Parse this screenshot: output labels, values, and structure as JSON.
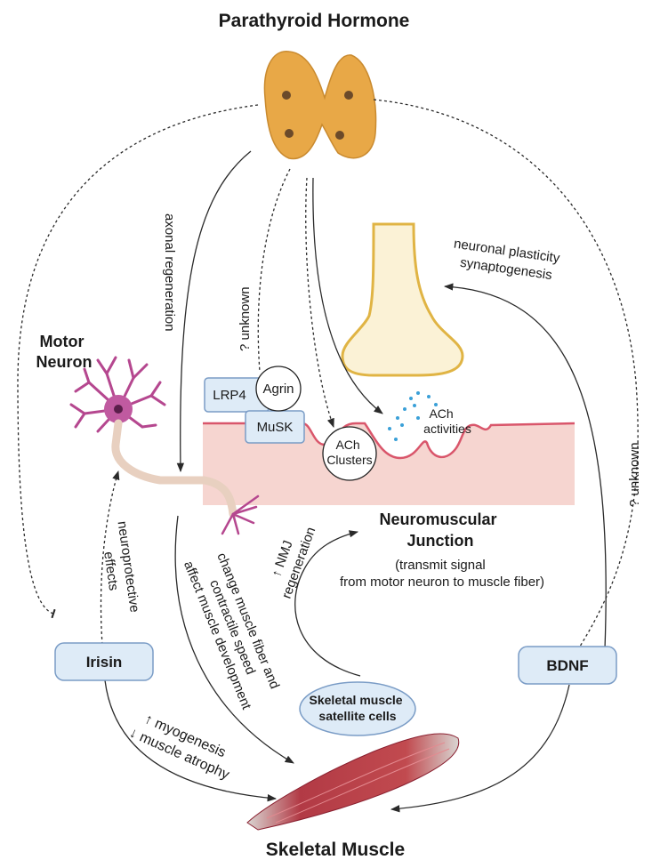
{
  "title": "Parathyroid Hormone",
  "bottom_title": "Skeletal Muscle",
  "motor_neuron": [
    "Motor",
    "Neuron"
  ],
  "nmj": {
    "title": [
      "Neuromuscular",
      "Junction"
    ],
    "subtitle": [
      "(transmit signal",
      "from motor neuron to muscle fiber)"
    ]
  },
  "nodes": {
    "irisin": "Irisin",
    "bdnf": "BDNF",
    "satellite": [
      "Skeletal muscle",
      "satellite cells"
    ],
    "lrp4": "LRP4",
    "agrin": "Agrin",
    "musk": "MuSK",
    "ach_clusters": [
      "ACh",
      "Clusters"
    ],
    "ach_activities": [
      "ACh",
      "activities"
    ]
  },
  "edge_labels": {
    "axonal_regeneration": "axonal regeneration",
    "unknown_left": "? unknown",
    "unknown_right": "? unknown",
    "neuronal_plasticity": [
      "neuronal plasticity",
      "synaptogenesis"
    ],
    "neuroprotective": [
      "neuroprotective",
      "effects"
    ],
    "change_muscle": [
      "change muscle fiber and",
      "contractile speed",
      "affect muscle development"
    ],
    "nmj_regeneration": [
      "↑ NMJ",
      "regeneration"
    ],
    "myogenesis": [
      "↑ myogenesis",
      "↓ muscle atrophy"
    ]
  },
  "colors": {
    "thyroid": "#e8a847",
    "neuron": "#b5478f",
    "muscle_band": "#f6d5d0",
    "muscle_edge": "#d9566b",
    "node_fill": "#deebf7",
    "node_stroke": "#7a9cc6",
    "terminal_fill": "#fbf2d6",
    "terminal_stroke": "#e0b444",
    "muscle": "#b8333f"
  },
  "icons": [
    "thyroid-gland-icon",
    "motor-neuron-icon",
    "skeletal-muscle-icon"
  ]
}
